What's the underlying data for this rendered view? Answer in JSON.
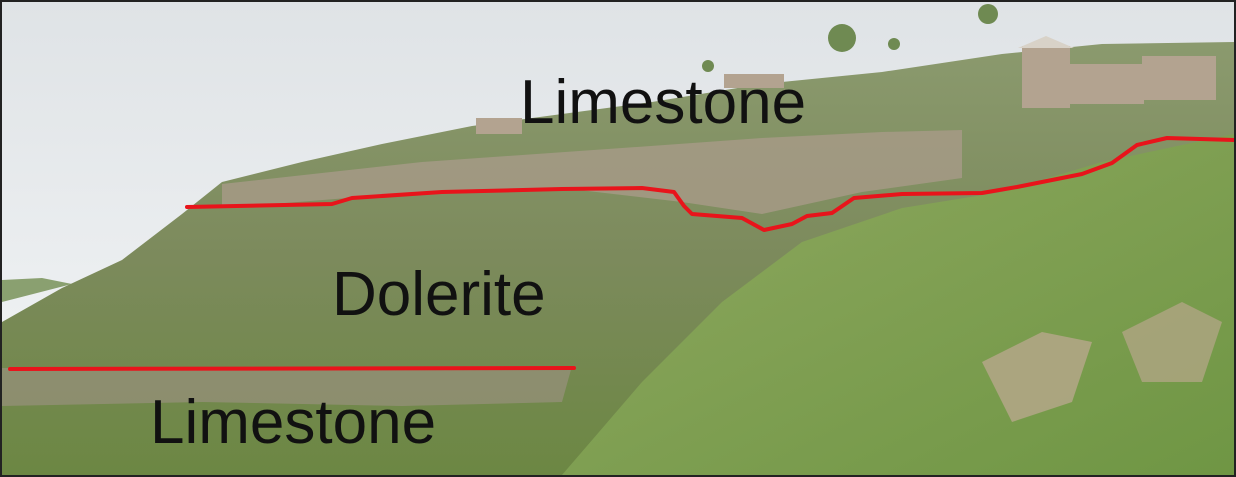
{
  "labels": {
    "upper_layer": "Limestone",
    "middle_layer": "Dolerite",
    "lower_layer": "Limestone"
  },
  "colors": {
    "contact_line": "#e8141b",
    "label_text": "#111111",
    "sky": "#e9ecee",
    "vegetation": "#7d9c4e",
    "rock": "#a89a84"
  }
}
